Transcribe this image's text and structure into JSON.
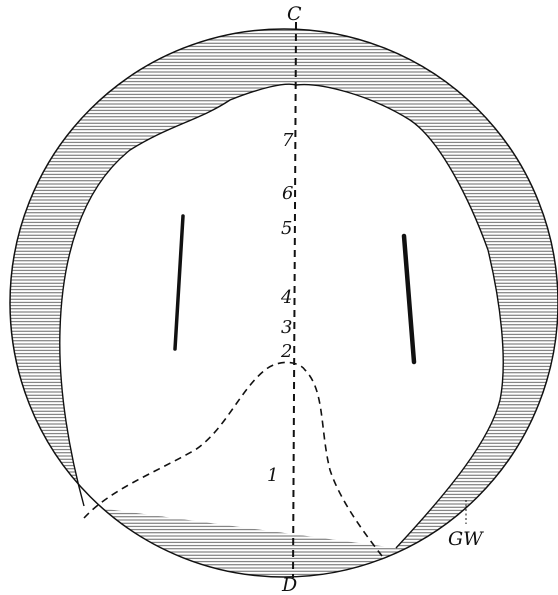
{
  "labels": {
    "top_end": "C",
    "bottom_end": "D",
    "wall": "GW",
    "markers": [
      "7",
      "6",
      "5",
      "4",
      "3",
      "2",
      "1"
    ]
  },
  "colors": {
    "ink": "#111111",
    "hatch": "#555555",
    "paper": "#ffffff"
  }
}
